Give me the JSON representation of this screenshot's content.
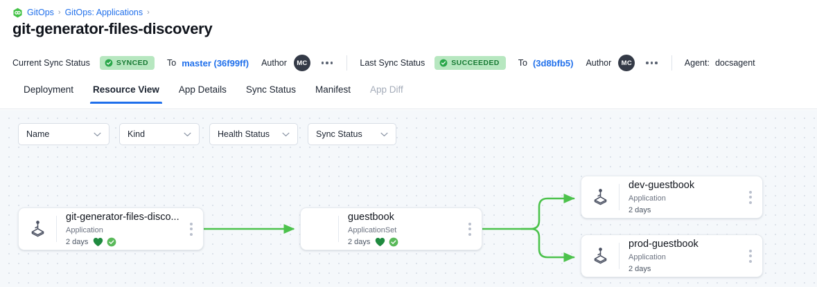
{
  "breadcrumb": {
    "logo_icon": "gitops-logo-icon",
    "items": [
      {
        "label": "GitOps"
      },
      {
        "label": "GitOps: Applications"
      }
    ],
    "separator": "›"
  },
  "header": {
    "title": "git-generator-files-discovery"
  },
  "status_bar": {
    "current_sync": {
      "label": "Current Sync Status",
      "badge": "SYNCED",
      "badge_bg": "#b7e7c0",
      "badge_color": "#177a33",
      "to_label": "To",
      "revision": "master (36f99ff)",
      "author_label": "Author",
      "author_initials": "MC",
      "menu_icon": "more-horizontal-icon"
    },
    "last_sync": {
      "label": "Last Sync Status",
      "badge": "SUCCEEDED",
      "badge_bg": "#b7e7c0",
      "badge_color": "#177a33",
      "to_label": "To",
      "revision": "(3d8bfb5)",
      "author_label": "Author",
      "author_initials": "MC",
      "menu_icon": "more-horizontal-icon"
    },
    "agent": {
      "label": "Agent:",
      "value": "docsagent"
    }
  },
  "tabs": [
    {
      "label": "Deployment",
      "active": false,
      "disabled": false
    },
    {
      "label": "Resource View",
      "active": true,
      "disabled": false
    },
    {
      "label": "App Details",
      "active": false,
      "disabled": false
    },
    {
      "label": "Sync Status",
      "active": false,
      "disabled": false
    },
    {
      "label": "Manifest",
      "active": false,
      "disabled": false
    },
    {
      "label": "App Diff",
      "active": false,
      "disabled": true
    }
  ],
  "filters": [
    {
      "label": "Name",
      "icon": "chevron-down-icon"
    },
    {
      "label": "Kind",
      "icon": "chevron-down-icon"
    },
    {
      "label": "Health Status",
      "icon": "chevron-down-icon"
    },
    {
      "label": "Sync Status",
      "icon": "chevron-down-icon"
    }
  ],
  "graph": {
    "edge_color": "#4cc24c",
    "nodes": [
      {
        "title": "git-generator-files-disco...",
        "kind": "Application",
        "age": "2 days",
        "icon": "argo-application-icon",
        "health_icon": "heart-healthy-icon",
        "sync_icon": "check-circle-synced-icon",
        "show_status": true,
        "menu_icon": "more-vertical-icon"
      },
      {
        "title": "guestbook",
        "kind": "ApplicationSet",
        "age": "2 days",
        "icon": "none",
        "health_icon": "heart-healthy-icon",
        "sync_icon": "check-circle-synced-icon",
        "show_status": true,
        "menu_icon": "more-vertical-icon"
      },
      {
        "title": "dev-guestbook",
        "kind": "Application",
        "age": "2 days",
        "icon": "argo-application-icon",
        "show_status": false,
        "menu_icon": "more-vertical-icon"
      },
      {
        "title": "prod-guestbook",
        "kind": "Application",
        "age": "2 days",
        "icon": "argo-application-icon",
        "show_status": false,
        "menu_icon": "more-vertical-icon"
      }
    ]
  },
  "colors": {
    "accent_blue": "#1f6feb",
    "edge_green": "#4cc24c",
    "health_green": "#1f8a3f",
    "sync_green": "#4caf50",
    "canvas_bg": "#f5f8fb"
  }
}
